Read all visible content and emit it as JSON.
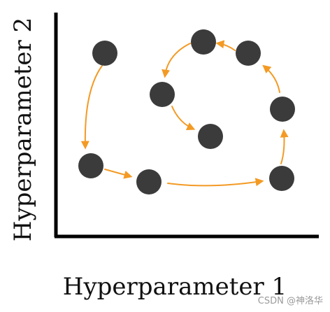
{
  "diagram": {
    "x_axis_label": "Hyperparameter 1",
    "y_axis_label": "Hyperparameter 2",
    "colors": {
      "point": "#3b3b3b",
      "arrow": "#f39a24",
      "axis": "#000000"
    },
    "points": [
      {
        "id": "p1"
      },
      {
        "id": "p2"
      },
      {
        "id": "p3"
      },
      {
        "id": "p4"
      },
      {
        "id": "p5"
      },
      {
        "id": "p6"
      },
      {
        "id": "p7"
      },
      {
        "id": "p8"
      },
      {
        "id": "p9"
      },
      {
        "id": "p10"
      }
    ]
  },
  "watermark": "CSDN @神洛华"
}
